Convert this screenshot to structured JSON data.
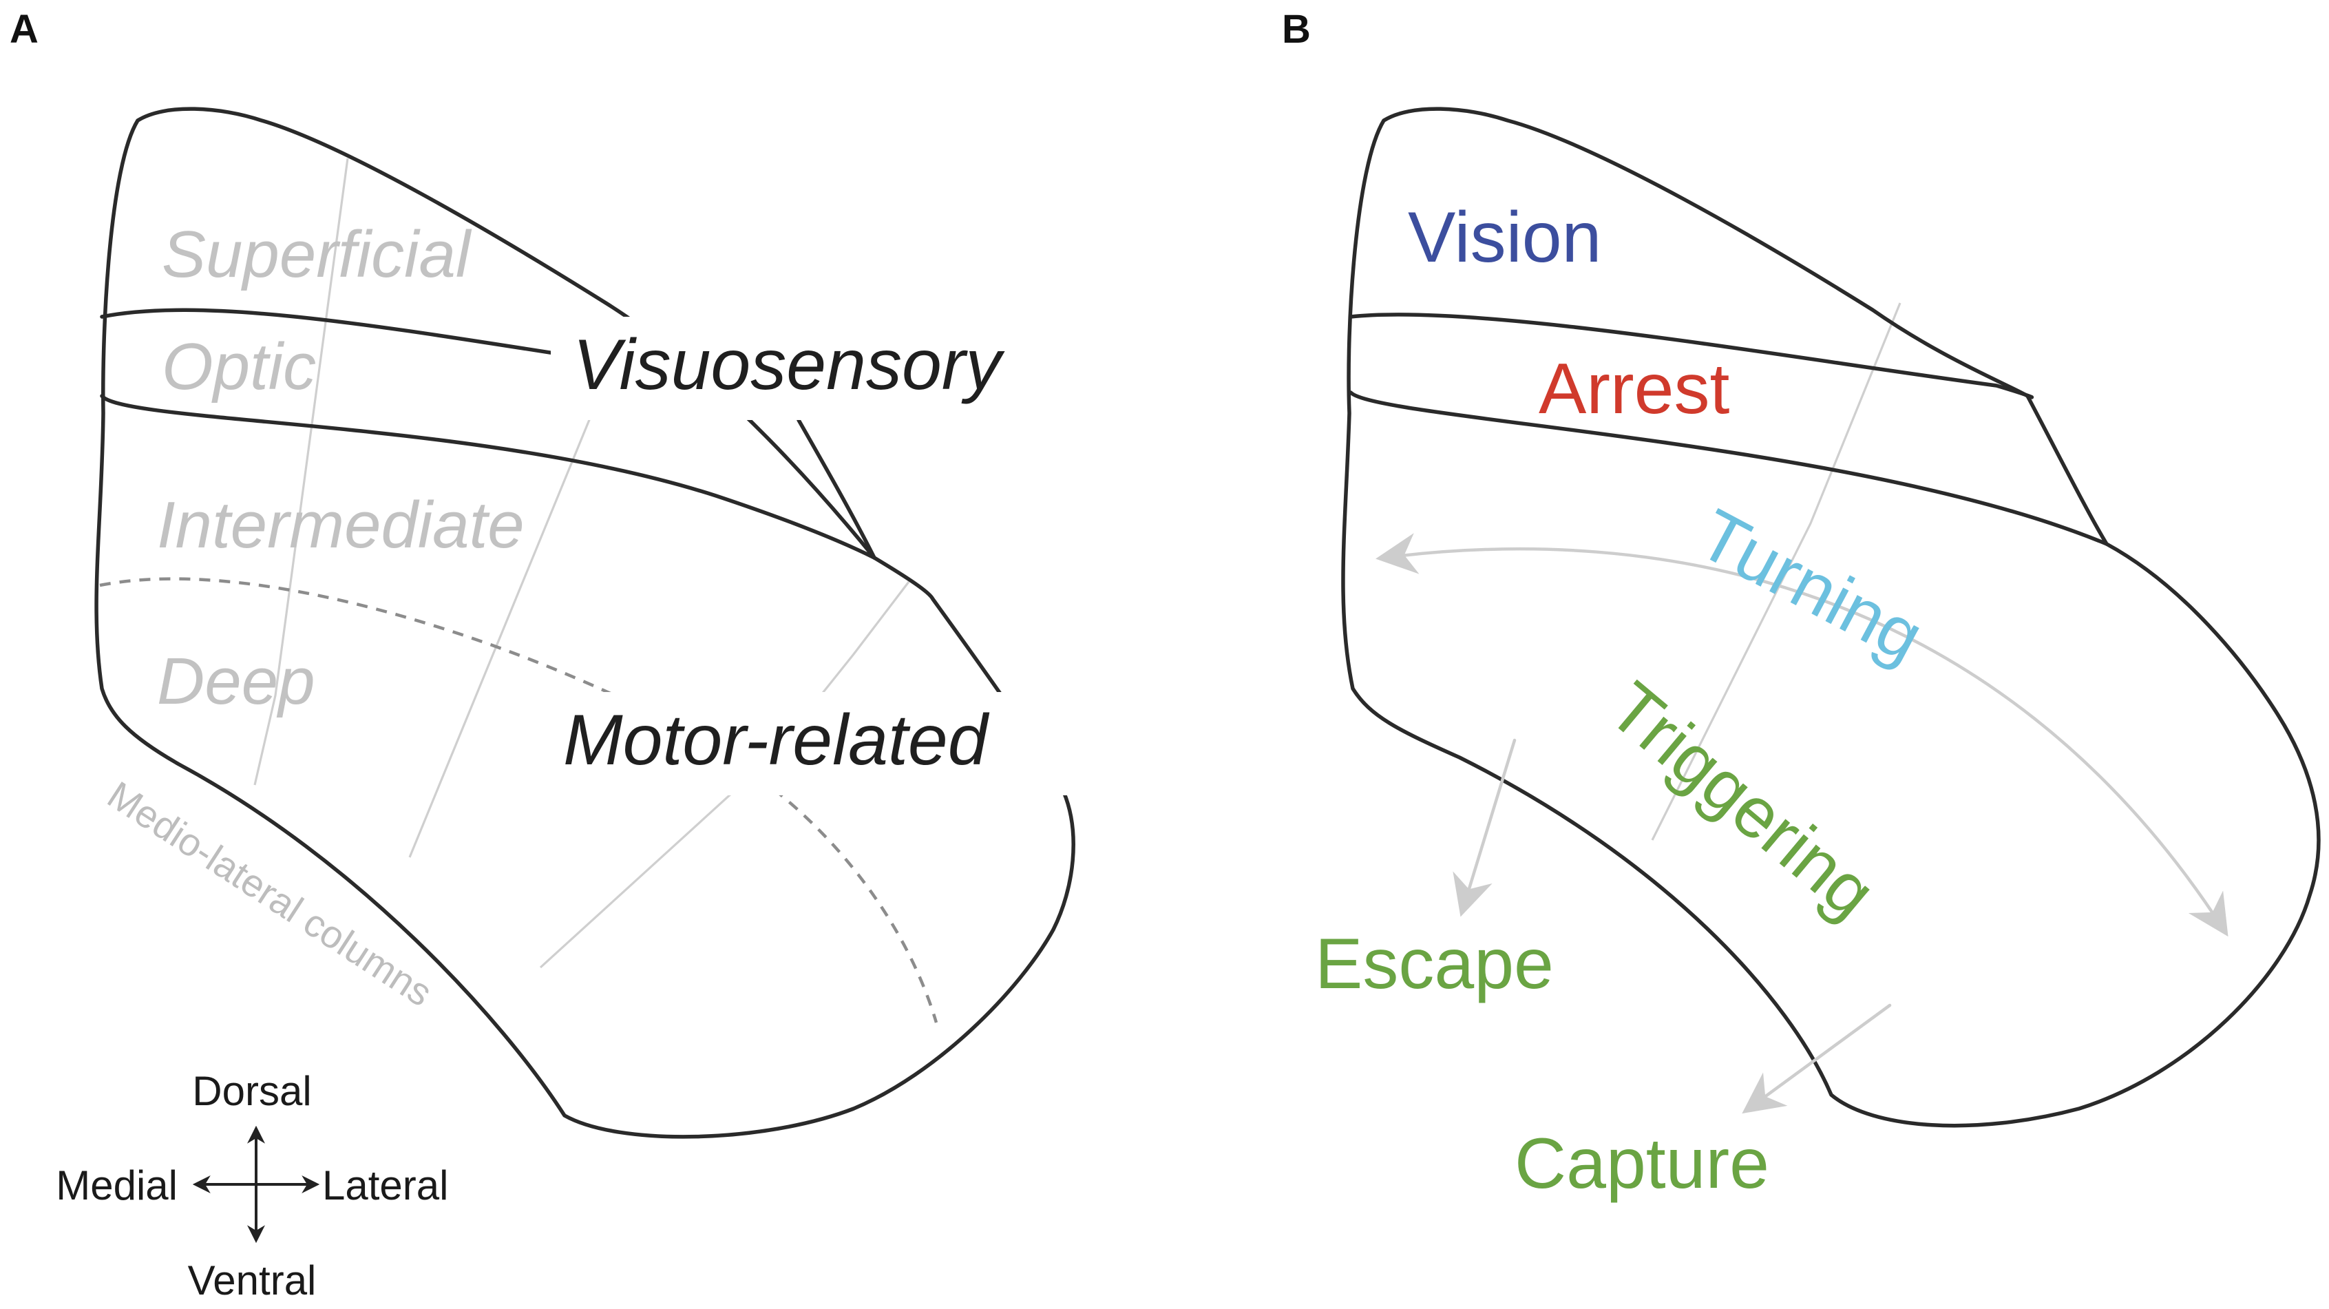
{
  "panel_a": {
    "letter": "A",
    "layers": {
      "superficial": "Superficial",
      "optic": "Optic",
      "intermediate": "Intermediate",
      "deep": "Deep"
    },
    "functional_divisions": {
      "visuosensory": "Visuosensory",
      "motor_related": "Motor-related"
    },
    "columns_label": "Medio-lateral columns",
    "orientation": {
      "dorsal": "Dorsal",
      "ventral": "Ventral",
      "medial": "Medial",
      "lateral": "Lateral"
    }
  },
  "panel_b": {
    "letter": "B",
    "behaviors": {
      "vision": "Vision",
      "arrest": "Arrest",
      "turning": "Turning",
      "triggering": "Triggering",
      "escape": "Escape",
      "capture": "Capture"
    }
  },
  "colors": {
    "outline": "#2a2a2a",
    "layer_text": "#c2c2c2",
    "vision": "#3c4e9e",
    "arrest": "#d03a2c",
    "turning": "#6cc0df",
    "green_behaviors": "#6aa443",
    "grey_arrows": "#cdcdcd"
  }
}
